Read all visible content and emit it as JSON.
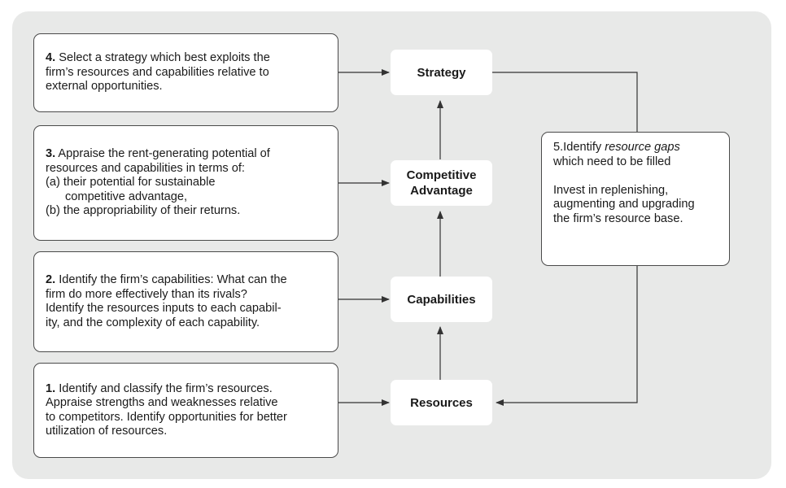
{
  "steps": [
    {
      "num": "4.",
      "lines": [
        "Select a strategy which best exploits the",
        "firm’s resources and capabilities relative to",
        "external opportunities."
      ]
    },
    {
      "num": "3.",
      "lines": [
        "Appraise the rent-generating potential of",
        "resources and capabilities in terms of:",
        "(a) their potential for sustainable",
        "competitive advantage,",
        "(b) the appropriability of their returns."
      ]
    },
    {
      "num": "2.",
      "lines": [
        "Identify the firm’s capabilities: What can the",
        "firm do more effectively than its rivals?",
        "Identify the resources inputs to each capabil-",
        "ity, and the complexity of each capability."
      ]
    },
    {
      "num": "1.",
      "lines": [
        "Identify and classify the firm’s resources.",
        "Appraise strengths and weaknesses relative",
        "to competitors. Identify opportunities for better",
        "utilization of resources."
      ]
    }
  ],
  "nodes": {
    "strategy": "Strategy",
    "competitive_advantage_line1": "Competitive",
    "competitive_advantage_line2": "Advantage",
    "capabilities": "Capabilities",
    "resources": "Resources"
  },
  "gap_box": {
    "num": "5.",
    "line1_pre": "Identify ",
    "line1_italic": "resource gaps",
    "line2": "which need to be filled",
    "line3": "Invest in replenishing,",
    "line4": "augmenting and upgrading",
    "line5": "the firm’s resource base."
  }
}
